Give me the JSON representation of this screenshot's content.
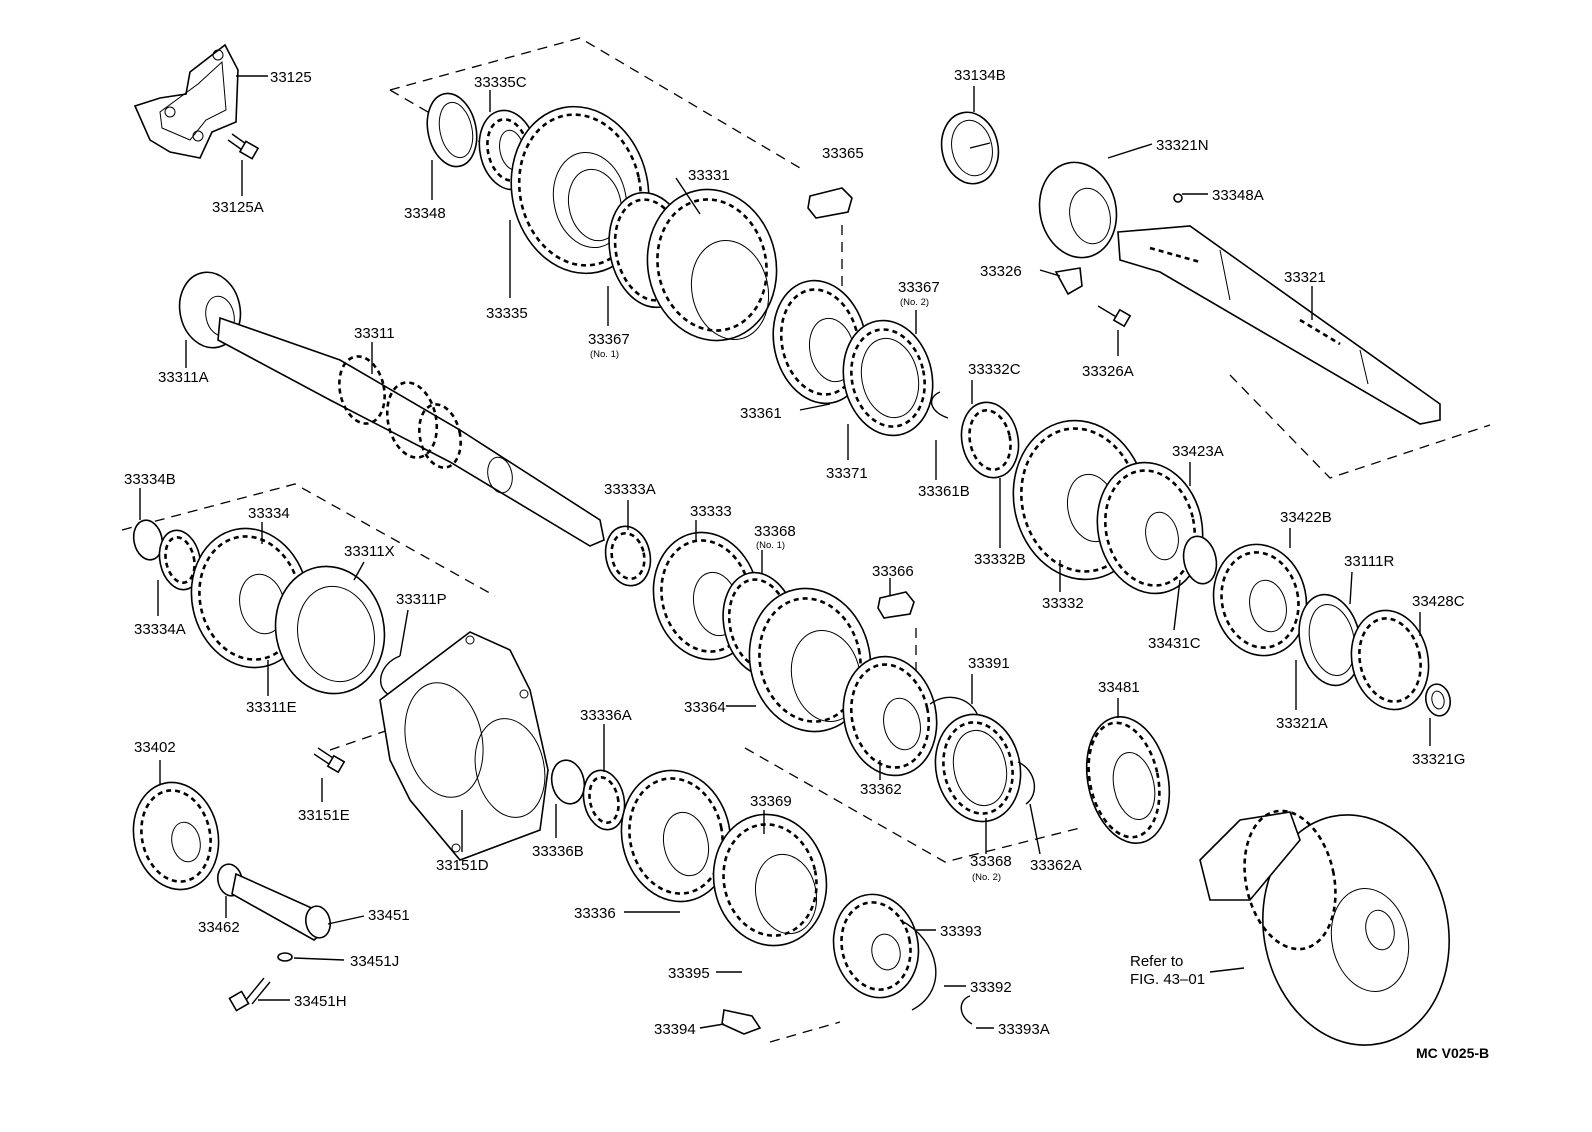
{
  "diagram": {
    "code": "MC V025-B",
    "refer_line1": "Refer to",
    "refer_line2": "FIG. 43–01"
  },
  "labels": [
    {
      "text": "33125",
      "sub": ""
    },
    {
      "text": "33125A",
      "sub": ""
    },
    {
      "text": "33335C",
      "sub": ""
    },
    {
      "text": "33348",
      "sub": ""
    },
    {
      "text": "33335",
      "sub": ""
    },
    {
      "text": "33331",
      "sub": ""
    },
    {
      "text": "33367",
      "sub": "(No. 1)"
    },
    {
      "text": "33365",
      "sub": ""
    },
    {
      "text": "33134B",
      "sub": ""
    },
    {
      "text": "33321N",
      "sub": ""
    },
    {
      "text": "33348A",
      "sub": ""
    },
    {
      "text": "33326",
      "sub": ""
    },
    {
      "text": "33326A",
      "sub": ""
    },
    {
      "text": "33321",
      "sub": ""
    },
    {
      "text": "33367",
      "sub": "(No. 2)"
    },
    {
      "text": "33311A",
      "sub": ""
    },
    {
      "text": "33311",
      "sub": ""
    },
    {
      "text": "33361",
      "sub": ""
    },
    {
      "text": "33371",
      "sub": ""
    },
    {
      "text": "33332C",
      "sub": ""
    },
    {
      "text": "33361B",
      "sub": ""
    },
    {
      "text": "33332B",
      "sub": ""
    },
    {
      "text": "33332",
      "sub": ""
    },
    {
      "text": "33423A",
      "sub": ""
    },
    {
      "text": "33422B",
      "sub": ""
    },
    {
      "text": "33431C",
      "sub": ""
    },
    {
      "text": "33111R",
      "sub": ""
    },
    {
      "text": "33428C",
      "sub": ""
    },
    {
      "text": "33321A",
      "sub": ""
    },
    {
      "text": "33321G",
      "sub": ""
    },
    {
      "text": "33334B",
      "sub": ""
    },
    {
      "text": "33334",
      "sub": ""
    },
    {
      "text": "33334A",
      "sub": ""
    },
    {
      "text": "33311X",
      "sub": ""
    },
    {
      "text": "33311P",
      "sub": ""
    },
    {
      "text": "33311E",
      "sub": ""
    },
    {
      "text": "33333A",
      "sub": ""
    },
    {
      "text": "33333",
      "sub": ""
    },
    {
      "text": "33368",
      "sub": "(No. 1)"
    },
    {
      "text": "33366",
      "sub": ""
    },
    {
      "text": "33364",
      "sub": ""
    },
    {
      "text": "33391",
      "sub": ""
    },
    {
      "text": "33362",
      "sub": ""
    },
    {
      "text": "33368",
      "sub": "(No. 2)"
    },
    {
      "text": "33362A",
      "sub": ""
    },
    {
      "text": "33481",
      "sub": ""
    },
    {
      "text": "33402",
      "sub": ""
    },
    {
      "text": "33151E",
      "sub": ""
    },
    {
      "text": "33151D",
      "sub": ""
    },
    {
      "text": "33462",
      "sub": ""
    },
    {
      "text": "33451",
      "sub": ""
    },
    {
      "text": "33451J",
      "sub": ""
    },
    {
      "text": "33451H",
      "sub": ""
    },
    {
      "text": "33336A",
      "sub": ""
    },
    {
      "text": "33336B",
      "sub": ""
    },
    {
      "text": "33336",
      "sub": ""
    },
    {
      "text": "33369",
      "sub": ""
    },
    {
      "text": "33395",
      "sub": ""
    },
    {
      "text": "33393",
      "sub": ""
    },
    {
      "text": "33392",
      "sub": ""
    },
    {
      "text": "33394",
      "sub": ""
    },
    {
      "text": "33393A",
      "sub": ""
    }
  ]
}
